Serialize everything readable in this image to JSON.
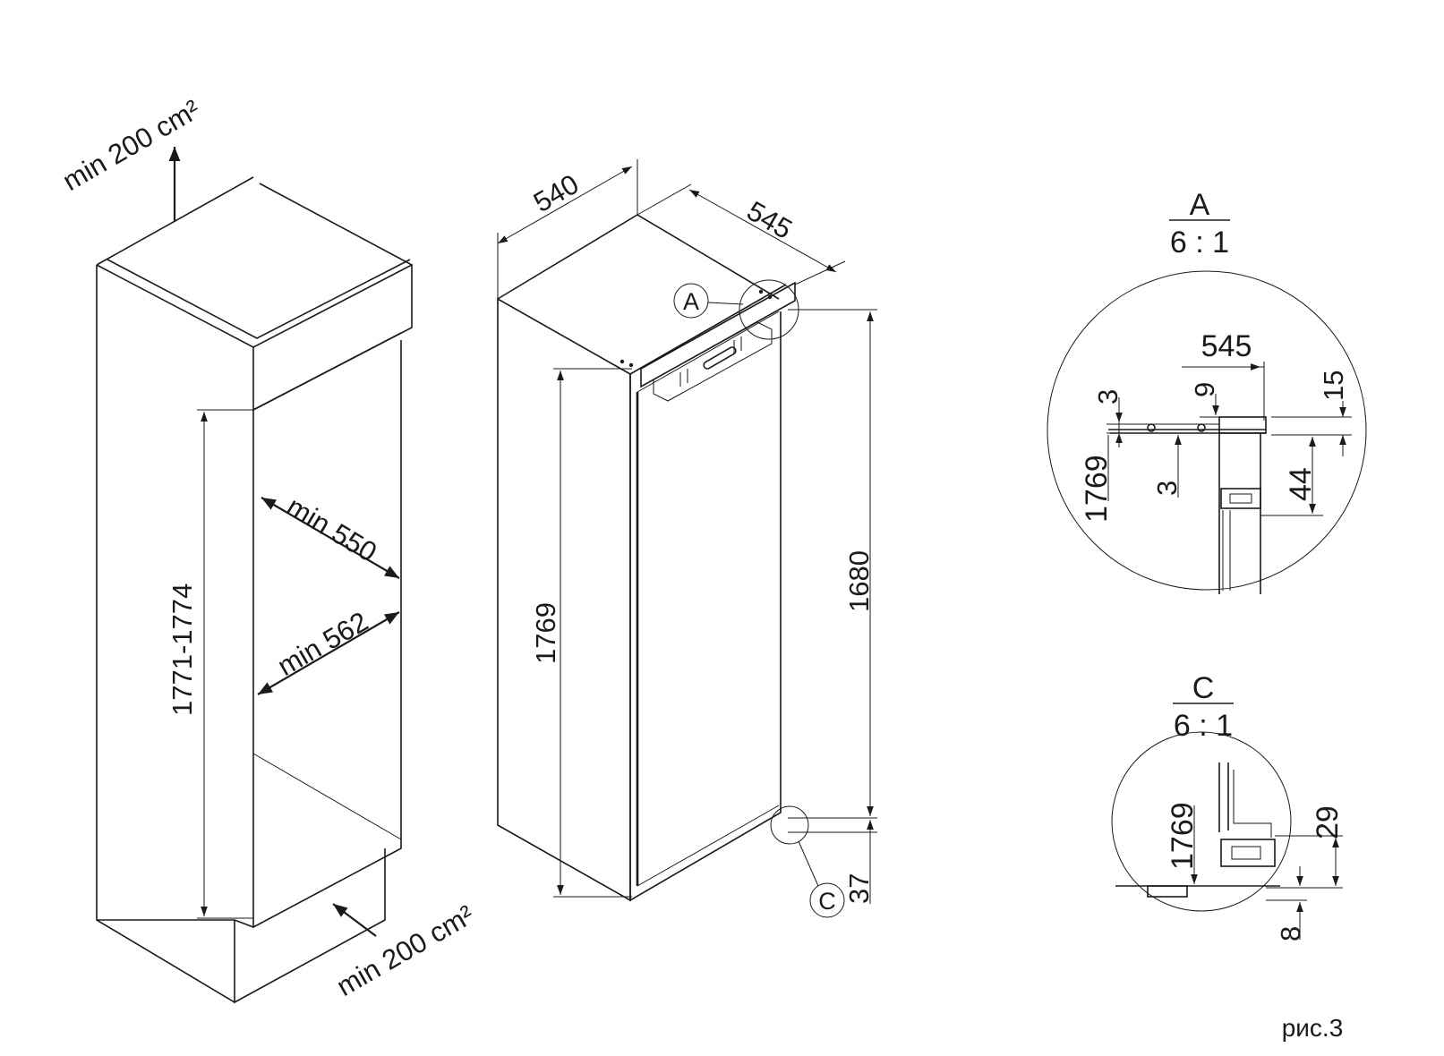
{
  "niche": {
    "vent_top": "min 200 cm²",
    "vent_bottom": "min 200 cm²",
    "height": "1771-1774",
    "depth": "min 550",
    "width": "min 562"
  },
  "appliance": {
    "width": "540",
    "depth": "545",
    "height_left": "1769",
    "height_right": "1680",
    "bottom_gap": "37",
    "callout_a": "A",
    "callout_c": "C"
  },
  "detail_a": {
    "letter": "A",
    "scale": "6 : 1",
    "dim_545": "545",
    "dim_3_top": "3",
    "dim_9": "9",
    "dim_15": "15",
    "dim_1769": "1769",
    "dim_3_bottom": "3",
    "dim_44": "44"
  },
  "detail_c": {
    "letter": "C",
    "scale": "6 : 1",
    "dim_1769": "1769",
    "dim_29": "29",
    "dim_8": "8"
  },
  "figure_label": "рис.3"
}
